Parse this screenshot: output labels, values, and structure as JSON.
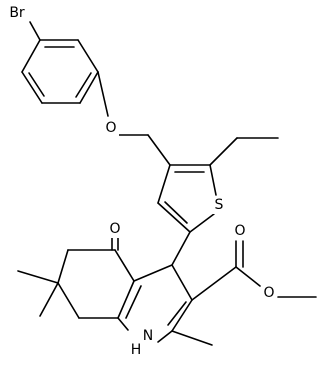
{
  "structure": {
    "atoms": {
      "br": "Br",
      "o_ether": "O",
      "s_thiophene": "S",
      "o_ketone": "O",
      "o_ester_carbonyl": "O",
      "o_ester_methoxy": "O",
      "n_amine": "H\nN"
    },
    "colors": {
      "bond": "#000000",
      "label": "#000000",
      "background": "#ffffff"
    }
  }
}
